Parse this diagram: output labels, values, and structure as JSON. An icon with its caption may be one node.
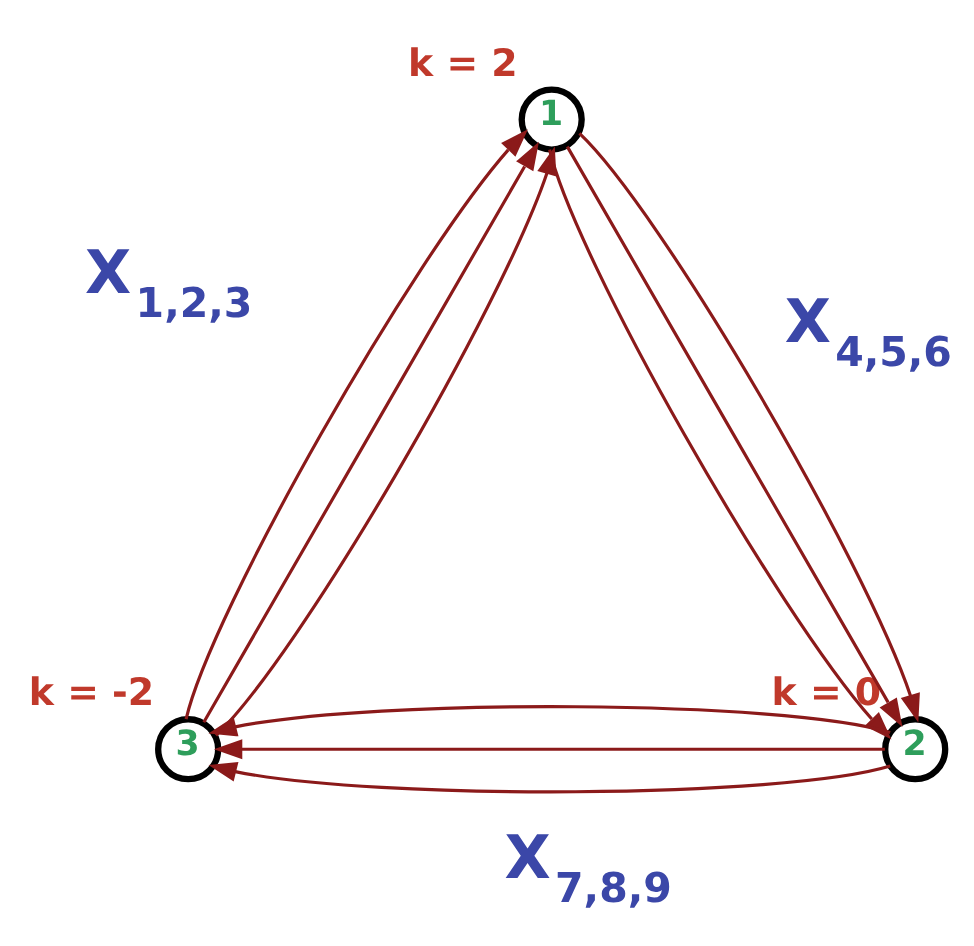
{
  "diagram": {
    "nodes": [
      {
        "text": [
          "1"
        ],
        "beside": [
          "k = 2"
        ]
      },
      {
        "text": [
          "3"
        ],
        "beside": [
          "k = -2"
        ]
      },
      {
        "text": [
          "2"
        ],
        "beside": [
          "k = 0"
        ]
      }
    ],
    "edges": [
      {
        "from": 1,
        "to": 0,
        "arrow": "to",
        "label": "X$_{1,2,3}$"
      },
      {
        "from": 1,
        "to": 0,
        "arrow": "to"
      },
      {
        "from": 1,
        "to": 0,
        "arrow": "to"
      },
      {
        "from": 0,
        "to": 2,
        "arrow": "to"
      },
      {
        "from": 0,
        "to": 2,
        "arrow": "to"
      },
      {
        "from": 0,
        "to": 2,
        "arrow": "to",
        "label": "X$_{4,5,6}$"
      },
      {
        "from": 2,
        "to": 1,
        "arrow": "to"
      },
      {
        "from": 2,
        "to": 1,
        "arrow": "to"
      },
      {
        "from": 2,
        "to": 1,
        "arrow": "to",
        "label": "X$_{7,8,9}$"
      }
    ]
  }
}
